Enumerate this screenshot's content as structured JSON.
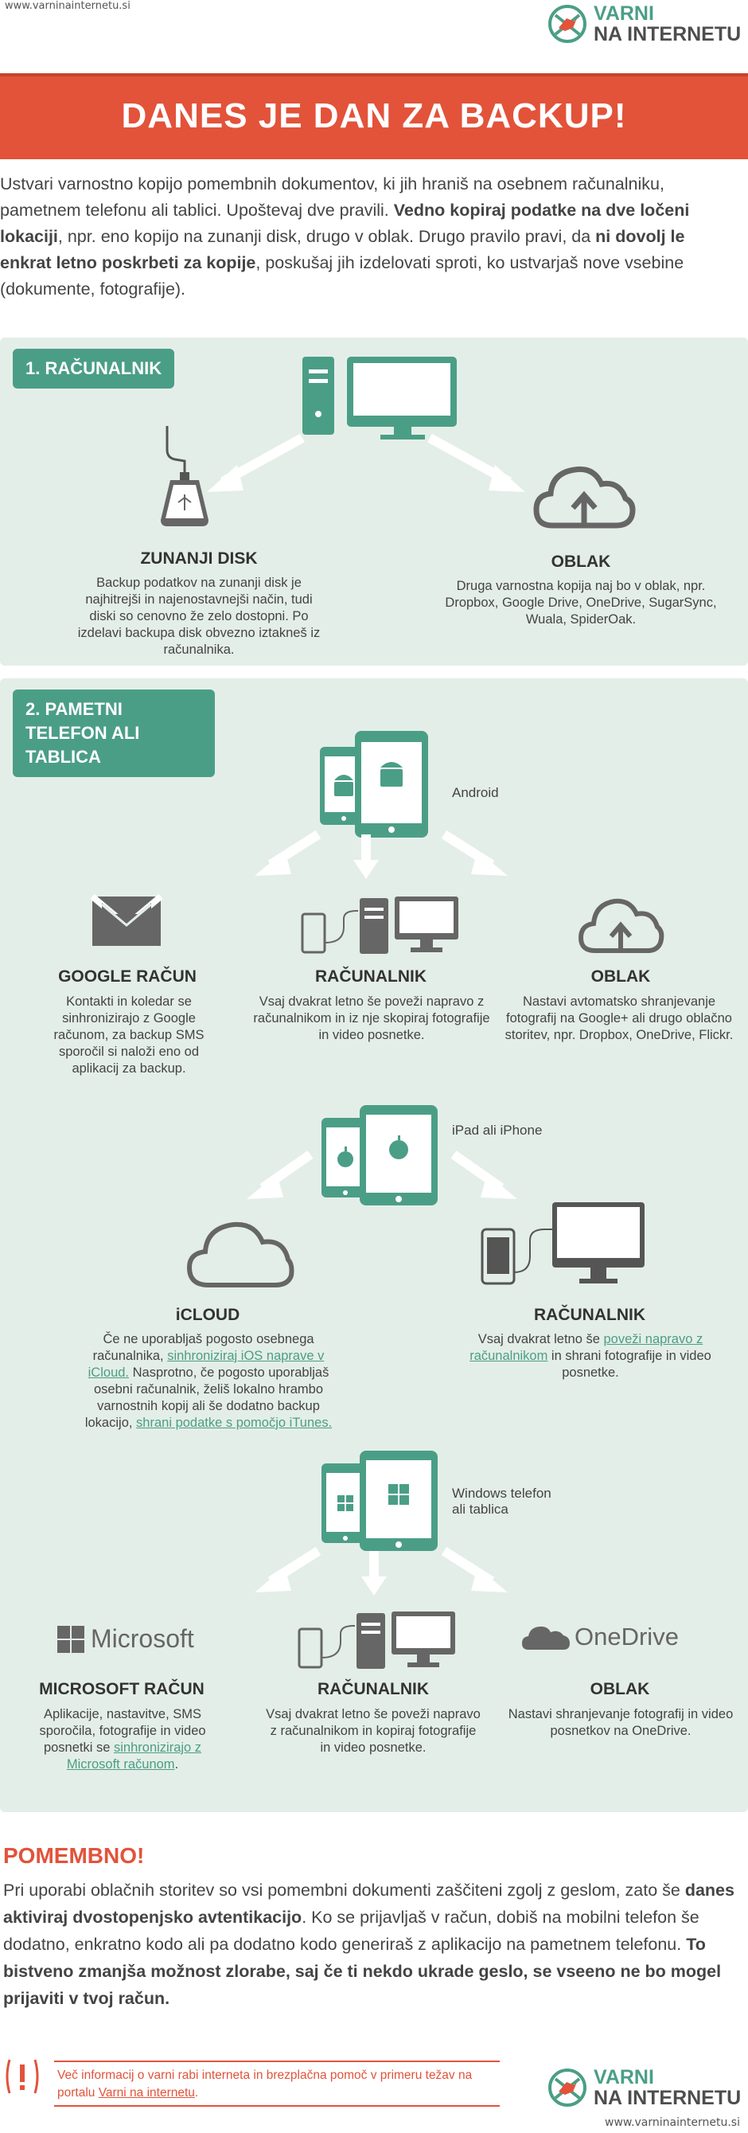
{
  "header": {
    "url": "www.varninainternetu.si",
    "logo_line1": "VARNI",
    "logo_line2": "NA INTERNETU"
  },
  "title": "DANES JE DAN ZA BACKUP!",
  "intro": {
    "p1": "Ustvari varnostno kopijo pomembnih dokumentov, ki jih hraniš na osebnem računalniku, pametnem telefonu ali tablici. Upoštevaj dve pravili. ",
    "b1": "Vedno kopiraj podatke na dve ločeni lokaciji",
    "p2": ", npr. eno kopijo na zunanji disk, drugo v oblak. Drugo pravilo pravi, da ",
    "b2": "ni dovolj le enkrat letno poskrbeti za kopije",
    "p3": ", poskušaj jih izdelovati sproti, ko ustvarjaš nove vsebine (dokumente, fotografije)."
  },
  "section1": {
    "tag": "1. RAČUNALNIK",
    "disk_title": "ZUNANJI DISK",
    "disk_text": "Backup podatkov na zunanji disk je najhitrejši in najenostavnejši način, tudi diski so cenovno že zelo dostopni. Po izdelavi backupa disk obvezno iztakneš iz računalnika.",
    "cloud_title": "OBLAK",
    "cloud_text": "Druga varnostna kopija naj bo v oblak, npr. Dropbox, Google Drive, OneDrive, SugarSync, Wuala, SpiderOak."
  },
  "section2": {
    "tag_line1": "2. PAMETNI",
    "tag_line2": "TELEFON ALI",
    "tag_line3": "TABLICA",
    "android": {
      "label": "Android",
      "google_title": "GOOGLE RAČUN",
      "google_text": "Kontakti in koledar se sinhronizirajo z Google računom, za backup SMS sporočil si naloži eno od aplikacij za backup.",
      "pc_title": "RAČUNALNIK",
      "pc_text": "Vsaj dvakrat letno še poveži napravo z računalnikom in iz nje skopiraj fotografije in video posnetke.",
      "cloud_title": "OBLAK",
      "cloud_text": "Nastavi avtomatsko shranjevanje fotografij na Google+ ali drugo oblačno storitev, npr. Dropbox, OneDrive, Flickr."
    },
    "ios": {
      "label": "iPad ali iPhone",
      "icloud_title": "iCLOUD",
      "icloud_t1": "Če ne uporabljaš pogosto osebnega računalnika, ",
      "icloud_l1": "sinhroniziraj iOS naprave v iCloud.",
      "icloud_t2": " Nasprotno, če pogosto uporabljaš osebni računalnik, želiš lokalno hrambo varnostnih kopij ali še dodatno backup lokacijo, ",
      "icloud_l2": "shrani podatke s pomočjo iTunes.",
      "pc_title": "RAČUNALNIK",
      "pc_t1": "Vsaj dvakrat letno še ",
      "pc_l1": "poveži napravo z računalnikom",
      "pc_t2": " in shrani fotografije in video posnetke."
    },
    "windows": {
      "label_line1": "Windows telefon",
      "label_line2": "ali tablica",
      "ms_logo": "Microsoft",
      "ms_title": "MICROSOFT RAČUN",
      "ms_t1": "Aplikacije, nastavitve, SMS sporočila, fotografije in video posnetki se ",
      "ms_l1": "sinhronizirajo z Microsoft računom",
      "ms_t2": ".",
      "pc_title": "RAČUNALNIK",
      "pc_text": "Vsaj dvakrat letno še poveži napravo z računalnikom in kopiraj fotografije in video posnetke.",
      "od_logo": "OneDrive",
      "cloud_title": "OBLAK",
      "cloud_text": "Nastavi shranjevanje fotografij in video posnetkov na OneDrive."
    }
  },
  "important": {
    "title": "POMEMBNO!",
    "t1": "Pri uporabi oblačnih storitev so vsi pomembni dokumenti zaščiteni zgolj z geslom, zato še ",
    "b1": "danes aktiviraj dvostopenjsko avtentikacijo",
    "t2": ". Ko se prijavljaš v račun, dobiš na mobilni telefon še dodatno, enkratno kodo ali pa dodatno kodo generiraš z aplikacijo na pametnem telefonu. ",
    "b2": "To bistveno zmanjša možnost zlorabe, saj če ti nekdo ukrade geslo, se vseeno ne bo mogel prijaviti v tvoj račun."
  },
  "footer": {
    "note_t1": "Več informacij o varni rabi interneta in brezplačna pomoč v primeru težav na portalu ",
    "note_link": "Varni na internetu",
    "note_t2": ".",
    "url": "www.varninainternetu.si",
    "logo_line1": "VARNI",
    "logo_line2": "NA INTERNETU"
  },
  "colors": {
    "accent": "#4b9e86",
    "brand_red": "#e2533a",
    "panel": "#e4eee8",
    "text": "#444444"
  }
}
